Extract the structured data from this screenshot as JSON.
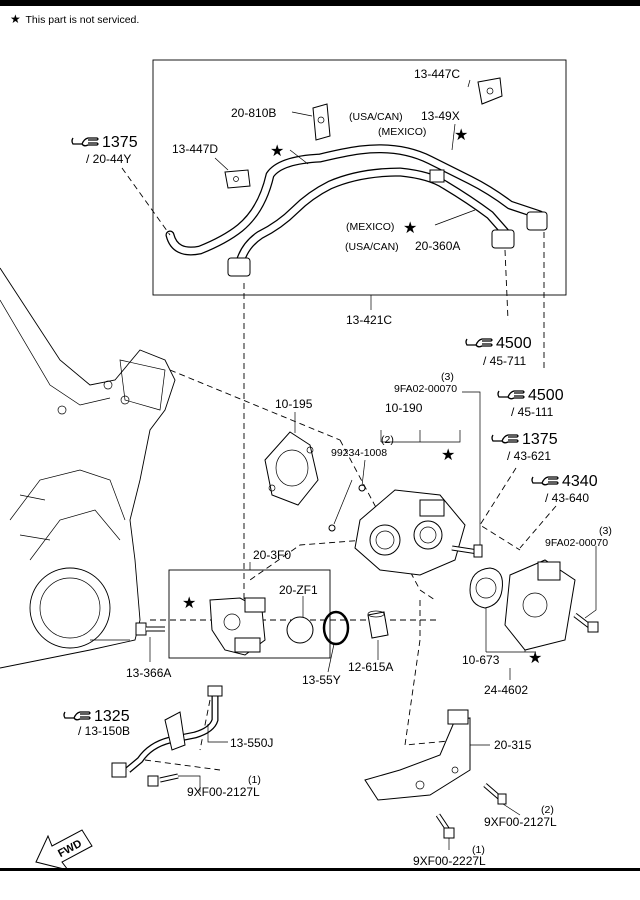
{
  "note": {
    "star": "★",
    "text": "This part is not serviced."
  },
  "icons": {
    "ref": "pointing-hand-icon",
    "star": "star-icon",
    "fwd": "fwd-arrow-icon"
  },
  "labels": {
    "p13447C": "13-447C",
    "p20810B": "20-810B",
    "usaCan1": "(USA/CAN)",
    "p1349X": "13-49X",
    "mexico1": "(MEXICO)",
    "p13447D": "13-447D",
    "mexico2": "(MEXICO)",
    "usaCan2": "(USA/CAN)",
    "p20360A": "20-360A",
    "p13421C": "13-421C",
    "p10195": "10-195",
    "p10190": "10-190",
    "q2": "(2)",
    "p99234": "99234-1008",
    "q3a": "(3)",
    "p9FA02a": "9FA02-00070",
    "q3b": "(3)",
    "p9FA02b": "9FA02-00070",
    "p203F0": "20-3F0",
    "p20ZF1": "20-ZF1",
    "p13366A": "13-366A",
    "p1355Y": "13-55Y",
    "p12615A": "12-615A",
    "p10673": "10-673",
    "p244602": "24-4602",
    "p13550J": "13-550J",
    "p20315": "20-315",
    "q1a": "(1)",
    "p9XF002127a": "9XF00-2127L",
    "q2b": "(2)",
    "p9XF002127b": "9XF00-2127L",
    "q1b": "(1)",
    "p9XF002227": "9XF00-2227L"
  },
  "refs": {
    "r1375a": {
      "num": "1375",
      "sub": "/ 20-44Y"
    },
    "r4500a": {
      "num": "4500",
      "sub": "/ 45-711"
    },
    "r4500b": {
      "num": "4500",
      "sub": "/ 45-111"
    },
    "r1375b": {
      "num": "1375",
      "sub": "/ 43-621"
    },
    "r4340": {
      "num": "4340",
      "sub": "/ 43-640"
    },
    "r1325": {
      "num": "1325",
      "sub": "/ 13-150B"
    }
  },
  "fwd": "FWD"
}
